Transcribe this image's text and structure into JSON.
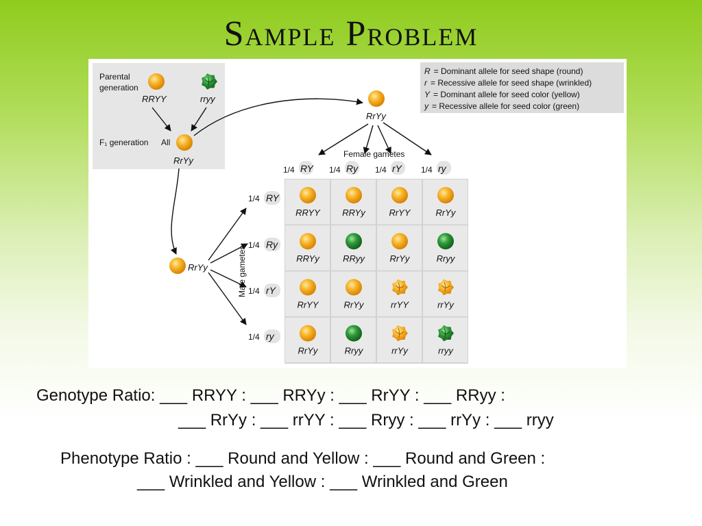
{
  "title": "Sample Problem",
  "parental": {
    "label_line1": "Parental",
    "label_line2": "generation",
    "genotype_1": "RRYY",
    "genotype_2": "rryy"
  },
  "f1": {
    "label": "F₁ generation",
    "all_label": "All",
    "genotype": "RrYy"
  },
  "female_parent": "RrYy",
  "male_parent": "RrYy",
  "female_gametes_label": "Female gametes",
  "male_gametes_label": "Male gametes",
  "female_gametes": [
    {
      "fraction": "1/4",
      "allele": "RY"
    },
    {
      "fraction": "1/4",
      "allele": "Ry"
    },
    {
      "fraction": "1/4",
      "allele": "rY"
    },
    {
      "fraction": "1/4",
      "allele": "ry"
    }
  ],
  "male_gametes": [
    {
      "fraction": "1/4",
      "allele": "RY"
    },
    {
      "fraction": "1/4",
      "allele": "Ry"
    },
    {
      "fraction": "1/4",
      "allele": "rY"
    },
    {
      "fraction": "1/4",
      "allele": "ry"
    }
  ],
  "key": [
    {
      "symbol": "R",
      "text": "= Dominant allele for seed shape (round)"
    },
    {
      "symbol": "r",
      "text": "= Recessive allele for seed shape (wrinkled)"
    },
    {
      "symbol": "Y",
      "text": "= Dominant allele for seed color (yellow)"
    },
    {
      "symbol": "y",
      "text": "= Recessive allele for seed color (green)"
    }
  ],
  "punnett": [
    [
      {
        "g": "RRYY",
        "s": "round",
        "c": "yellow"
      },
      {
        "g": "RRYy",
        "s": "round",
        "c": "yellow"
      },
      {
        "g": "RrYY",
        "s": "round",
        "c": "yellow"
      },
      {
        "g": "RrYy",
        "s": "round",
        "c": "yellow"
      }
    ],
    [
      {
        "g": "RRYy",
        "s": "round",
        "c": "yellow"
      },
      {
        "g": "RRyy",
        "s": "round",
        "c": "green"
      },
      {
        "g": "RrYy",
        "s": "round",
        "c": "yellow"
      },
      {
        "g": "Rryy",
        "s": "round",
        "c": "green"
      }
    ],
    [
      {
        "g": "RrYY",
        "s": "round",
        "c": "yellow"
      },
      {
        "g": "RrYy",
        "s": "round",
        "c": "yellow"
      },
      {
        "g": "rrYY",
        "s": "wrinkled",
        "c": "yellow"
      },
      {
        "g": "rrYy",
        "s": "wrinkled",
        "c": "yellow"
      }
    ],
    [
      {
        "g": "RrYy",
        "s": "round",
        "c": "yellow"
      },
      {
        "g": "Rryy",
        "s": "round",
        "c": "green"
      },
      {
        "g": "rrYy",
        "s": "wrinkled",
        "c": "yellow"
      },
      {
        "g": "rryy",
        "s": "wrinkled",
        "c": "green"
      }
    ]
  ],
  "genotype_ratio": {
    "line1": "Genotype Ratio: ___ RRYY : ___ RRYy : ___ RrYY : ___ RRyy :",
    "line2": "___ RrYy : ___ rrYY : ___ Rryy : ___ rrYy : ___ rryy"
  },
  "phenotype_ratio": {
    "line1": "Phenotype Ratio : ___ Round and Yellow : ___ Round and Green :",
    "line2": "___ Wrinkled and Yellow : ___ Wrinkled and Green"
  },
  "colors": {
    "yellow_seed": "#f5a81f",
    "green_seed": "#2f9a3a",
    "panel_gray": "#e6e6e6",
    "grid_cell": "#e9e9e9",
    "key_bg": "#dcdcdc"
  }
}
